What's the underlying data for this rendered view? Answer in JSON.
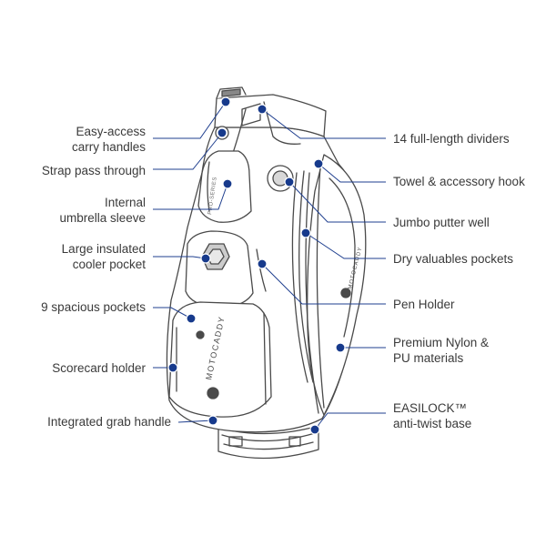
{
  "colors": {
    "leader": "#1f3f8f",
    "dot": "#173a8c",
    "outline": "#4a4a4a",
    "bag_fill": "#ffffff",
    "text": "#3a3a3a"
  },
  "bag": {
    "brand_vertical": "MOTOCADDY",
    "brand_side": "MOTOCADDY",
    "pocket_tag": "PRO-SERIES"
  },
  "callouts": {
    "carry_handles": {
      "line1": "Easy-access",
      "line2": "carry handles"
    },
    "strap": {
      "line1": "Strap pass through"
    },
    "umbrella": {
      "line1": "Internal",
      "line2": "umbrella sleeve"
    },
    "cooler": {
      "line1": "Large insulated",
      "line2": "cooler pocket"
    },
    "pockets": {
      "line1": "9 spacious pockets"
    },
    "scorecard": {
      "line1": "Scorecard holder"
    },
    "grab": {
      "line1": "Integrated grab handle"
    },
    "dividers": {
      "line1": "14 full-length dividers"
    },
    "towel": {
      "line1": "Towel & accessory hook"
    },
    "putter": {
      "line1": "Jumbo putter well"
    },
    "dry": {
      "line1": "Dry valuables pockets"
    },
    "pen": {
      "line1": "Pen Holder"
    },
    "nylon": {
      "line1": "Premium Nylon &",
      "line2": "PU materials"
    },
    "easilock": {
      "line1": "EASILOCK™",
      "line2": "anti-twist base"
    }
  }
}
